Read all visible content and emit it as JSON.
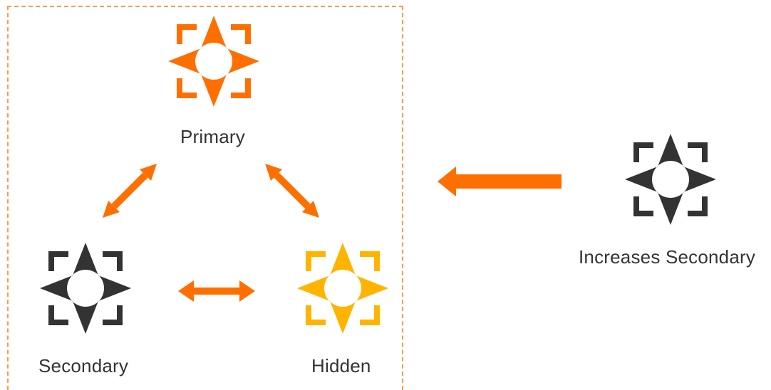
{
  "colors": {
    "primary": "#ff6f00",
    "secondary": "#333333",
    "hidden": "#ffb400",
    "external": "#333333",
    "arrow": "#ff6f00",
    "group_border": "#ff9a4a",
    "label_text": "#333333"
  },
  "nodes": {
    "primary": {
      "label": "Primary",
      "icon": "replica-set-member-icon"
    },
    "secondary": {
      "label": "Secondary",
      "icon": "replica-set-member-icon"
    },
    "hidden": {
      "label": "Hidden",
      "icon": "replica-set-member-icon"
    },
    "external": {
      "label": "Increases Secondary",
      "icon": "replica-set-member-icon"
    }
  },
  "arrows": [
    {
      "from": "primary",
      "to": "secondary",
      "style": "bidirectional"
    },
    {
      "from": "primary",
      "to": "hidden",
      "style": "bidirectional"
    },
    {
      "from": "secondary",
      "to": "hidden",
      "style": "bidirectional"
    },
    {
      "from": "external",
      "to": "group",
      "style": "single"
    }
  ]
}
